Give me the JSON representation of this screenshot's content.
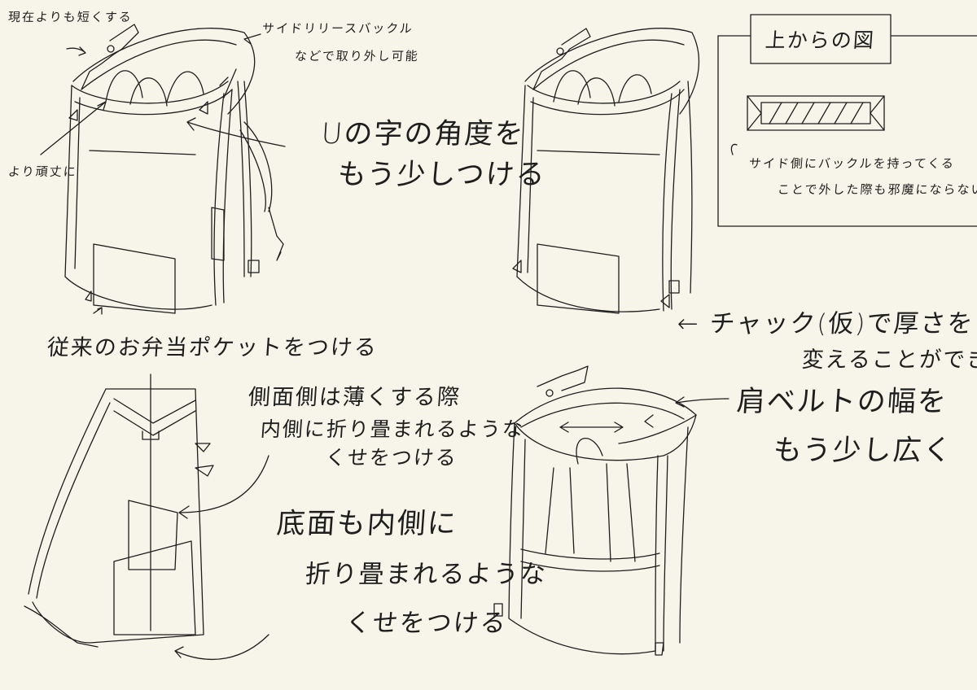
{
  "sketch1": {
    "note_shorter": "現在よりも短くする",
    "note_buckle": [
      "サイドリリースバックル",
      "などで取り外し可能"
    ],
    "note_sturdy": "より頑丈に",
    "note_u_angle": [
      "Uの字の角度を",
      "もう少しつける"
    ],
    "note_lunch_pocket": "従来のお弁当ポケットをつける"
  },
  "top_view": {
    "title": "上からの図",
    "note": [
      "サイド側にバックルを持ってくる",
      "ことで外した際も邪魔にならない"
    ]
  },
  "sketch2": {
    "note_zipper": [
      "← チャック(仮)で厚さを",
      "変えることができる。"
    ]
  },
  "sketch3": {
    "note_side": [
      "側面側は薄くする際",
      "内側に折り畳まれるような",
      "くせをつける"
    ],
    "note_bottom": [
      "底面も内側に",
      "折り畳まれるような",
      "くせをつける"
    ]
  },
  "sketch4": {
    "note_strap": [
      "肩ベルトの幅を",
      "もう少し広く"
    ]
  },
  "colors": {
    "background": "#f7f5e9",
    "ink": "#1e1e1e"
  }
}
